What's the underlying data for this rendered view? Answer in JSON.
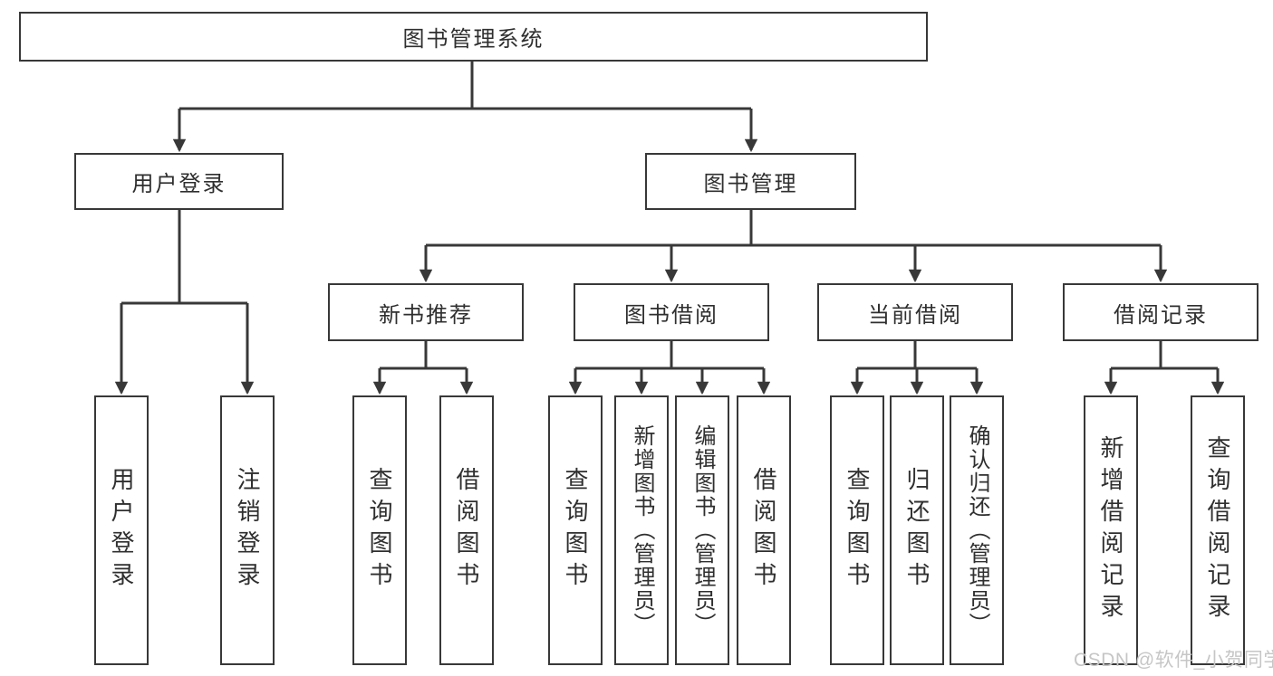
{
  "colors": {
    "line": "#383838",
    "text": "#2f2f2f",
    "watermark": "#c6c6c6",
    "background": "#ffffff"
  },
  "watermark": {
    "text": "CSDN @软件_小贺同学"
  },
  "diagram": {
    "type": "tree",
    "root": {
      "label": "图书管理系统"
    },
    "level2": [
      {
        "label": "用户登录"
      },
      {
        "label": "图书管理"
      }
    ],
    "level3": [
      {
        "label": "新书推荐",
        "parent": "图书管理"
      },
      {
        "label": "图书借阅",
        "parent": "图书管理"
      },
      {
        "label": "当前借阅",
        "parent": "图书管理"
      },
      {
        "label": "借阅记录",
        "parent": "图书管理"
      }
    ],
    "leaves": [
      {
        "label": "用户登录",
        "parent": "用户登录"
      },
      {
        "label": "注销登录",
        "parent": "用户登录"
      },
      {
        "label": "查询图书",
        "parent": "新书推荐"
      },
      {
        "label": "借阅图书",
        "parent": "新书推荐"
      },
      {
        "label": "查询图书",
        "parent": "图书借阅"
      },
      {
        "label": "新增图书（管理员）",
        "parent": "图书借阅"
      },
      {
        "label": "编辑图书（管理员）",
        "parent": "图书借阅"
      },
      {
        "label": "借阅图书",
        "parent": "图书借阅"
      },
      {
        "label": "查询图书",
        "parent": "当前借阅"
      },
      {
        "label": "归还图书",
        "parent": "当前借阅"
      },
      {
        "label": "确认归还（管理员）",
        "parent": "当前借阅"
      },
      {
        "label": "新增借阅记录",
        "parent": "借阅记录"
      },
      {
        "label": "查询借阅记录",
        "parent": "借阅记录"
      }
    ]
  }
}
